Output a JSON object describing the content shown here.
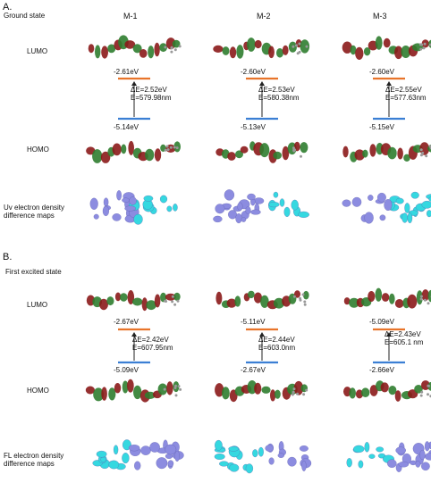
{
  "section_a": {
    "label": "A.",
    "state": "Ground state",
    "columns": [
      "M-1",
      "M-2",
      "M-3"
    ],
    "lumo_label": "LUMO",
    "homo_label": "HOMO",
    "map_label": "Uv electron density difference maps",
    "lumo_values": [
      "-2.61eV",
      "-2.60eV",
      "-2.60eV"
    ],
    "homo_values": [
      "-5.14eV",
      "-5.13eV",
      "-5.15eV"
    ],
    "gaps": [
      "ΔE=2.52eV E=579.98nm",
      "ΔE=2.53eV E=580.38nm",
      "ΔE=2.55eV E=577.63nm"
    ]
  },
  "section_b": {
    "label": "B.",
    "state": "First excited state",
    "lumo_label": "LUMO",
    "homo_label": "HOMO",
    "map_label": "FL electron density difference maps",
    "lumo_values": [
      "-2.67eV",
      "-5.11eV",
      "-5.09eV"
    ],
    "homo_values": [
      "-5.09eV",
      "-2.67eV",
      "-2.66eV"
    ],
    "gaps": [
      "ΔE=2.42eV E=607.95nm",
      "ΔE=2.44eV E=603.0nm",
      "ΔE=2.43eV E=605.1 nm"
    ]
  },
  "colors": {
    "lumo_line": "#e8742a",
    "homo_line": "#3b7fd4",
    "orbital_red": "#8b1a1a",
    "orbital_green": "#2f7d2f",
    "density_violet": "#8c8ce0",
    "density_cyan": "#35d8e0"
  }
}
